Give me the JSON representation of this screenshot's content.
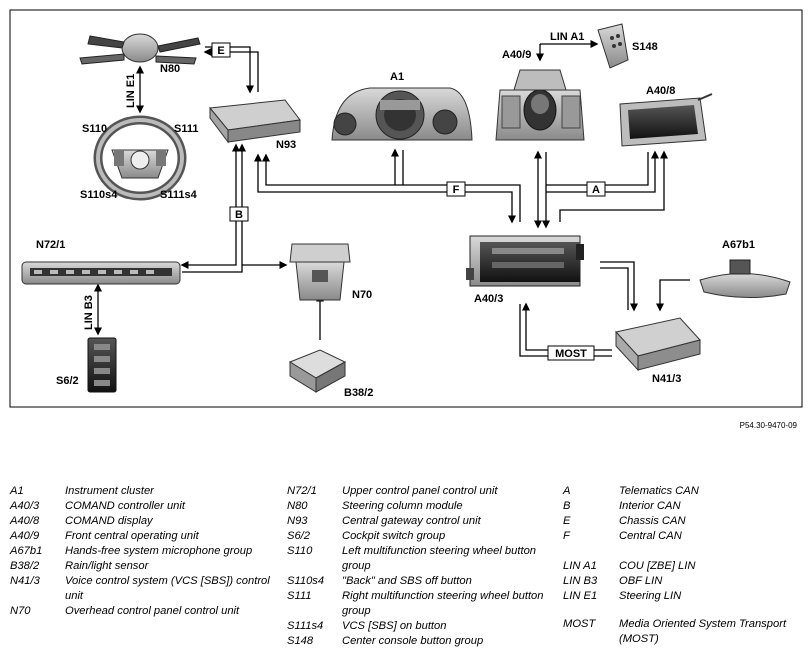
{
  "components": {
    "A1": "A1",
    "A40_9": "A40/9",
    "A40_8": "A40/8",
    "A40_3": "A40/3",
    "A67b1": "A67b1",
    "N41_3": "N41/3",
    "N70": "N70",
    "B38_2": "B38/2",
    "N72_1": "N72/1",
    "S6_2": "S6/2",
    "N80": "N80",
    "N93": "N93",
    "S148": "S148",
    "S110": "S110",
    "S111": "S111",
    "S110s4": "S110s4",
    "S111s4": "S111s4"
  },
  "buses": {
    "E": "E",
    "B": "B",
    "F": "F",
    "A": "A",
    "MOST": "MOST",
    "LIN_A1": "LIN A1",
    "LIN_E1": "LIN E1",
    "LIN_B3": "LIN B3"
  },
  "figure_ref": "P54.30-9470-09",
  "legend": {
    "col1": [
      {
        "code": "A1",
        "desc": "Instrument cluster"
      },
      {
        "code": "A40/3",
        "desc": "COMAND controller unit"
      },
      {
        "code": "A40/8",
        "desc": "COMAND display"
      },
      {
        "code": "A40/9",
        "desc": "Front central operating unit"
      },
      {
        "code": "A67b1",
        "desc": "Hands-free system microphone group"
      },
      {
        "code": "B38/2",
        "desc": "Rain/light sensor"
      },
      {
        "code": "N41/3",
        "desc": "Voice control system (VCS [SBS]) control unit"
      },
      {
        "code": "N70",
        "desc": "Overhead control panel control unit"
      }
    ],
    "col2": [
      {
        "code": "N72/1",
        "desc": "Upper control panel control unit"
      },
      {
        "code": "N80",
        "desc": "Steering column module"
      },
      {
        "code": "N93",
        "desc": "Central gateway control unit"
      },
      {
        "code": "S6/2",
        "desc": "Cockpit switch group"
      },
      {
        "code": "S110",
        "desc": "Left multifunction steering wheel button group"
      },
      {
        "code": "S110s4",
        "desc": "\"Back\" and SBS off button"
      },
      {
        "code": "S111",
        "desc": "Right multifunction steering wheel button group"
      },
      {
        "code": "S111s4",
        "desc": "VCS [SBS] on button"
      },
      {
        "code": "S148",
        "desc": "Center console button group"
      }
    ],
    "col3": [
      {
        "code": "A",
        "desc": "Telematics CAN"
      },
      {
        "code": "B",
        "desc": "Interior CAN"
      },
      {
        "code": "E",
        "desc": "Chassis CAN"
      },
      {
        "code": "F",
        "desc": "Central CAN"
      },
      {
        "code": "LIN A1",
        "desc": "COU [ZBE] LIN"
      },
      {
        "code": "LIN B3",
        "desc": "OBF LIN"
      },
      {
        "code": "LIN E1",
        "desc": "Steering LIN"
      },
      {
        "code": "MOST",
        "desc": "Media Oriented System Transport (MOST)"
      }
    ]
  }
}
